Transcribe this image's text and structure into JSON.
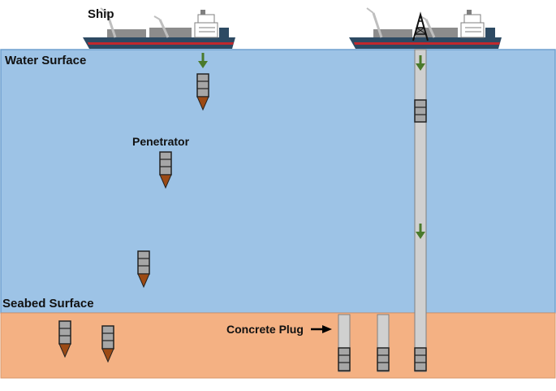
{
  "labels": {
    "ship": "Ship",
    "water_surface": "Water Surface",
    "penetrator": "Penetrator",
    "seabed_surface": "Seabed Surface",
    "concrete_plug": "Concrete Plug"
  },
  "colors": {
    "water": "#9dc3e6",
    "water_border": "#6fa0cf",
    "seabed": "#f4b183",
    "seabed_border": "#d9966a",
    "hull": "#2d4a63",
    "hull_stripe": "#c0282d",
    "deck_house": "#ffffff",
    "crane": "#d9d9d9",
    "penetrator_body": "#a6a6a6",
    "penetrator_tip": "#9c4a14",
    "plug": "#d0d0d0",
    "arrow_green": "#4a7a2b",
    "arrow_black": "#000000"
  },
  "icons": {
    "ship": "cargo-ship-icon",
    "drill_tower": "drilling-derrick-icon",
    "descent_arrow": "down-arrow-icon",
    "pointer_arrow": "right-arrow-icon"
  }
}
